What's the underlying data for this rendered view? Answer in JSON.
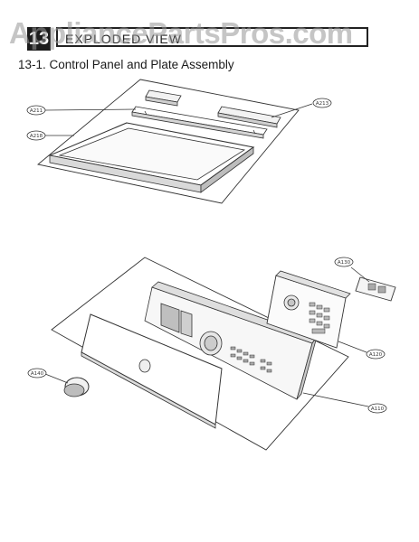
{
  "header": {
    "section_number": "13",
    "section_title": "EXPLODED VIEW"
  },
  "watermark": "AppliancePartsPros.com",
  "subsection_title": "13-1. Control Panel and Plate Assembly",
  "callouts": {
    "a211": "A211",
    "a213": "A213",
    "a218": "A218",
    "a130": "A130",
    "a120": "A120",
    "a140": "A140",
    "a110": "A110"
  }
}
